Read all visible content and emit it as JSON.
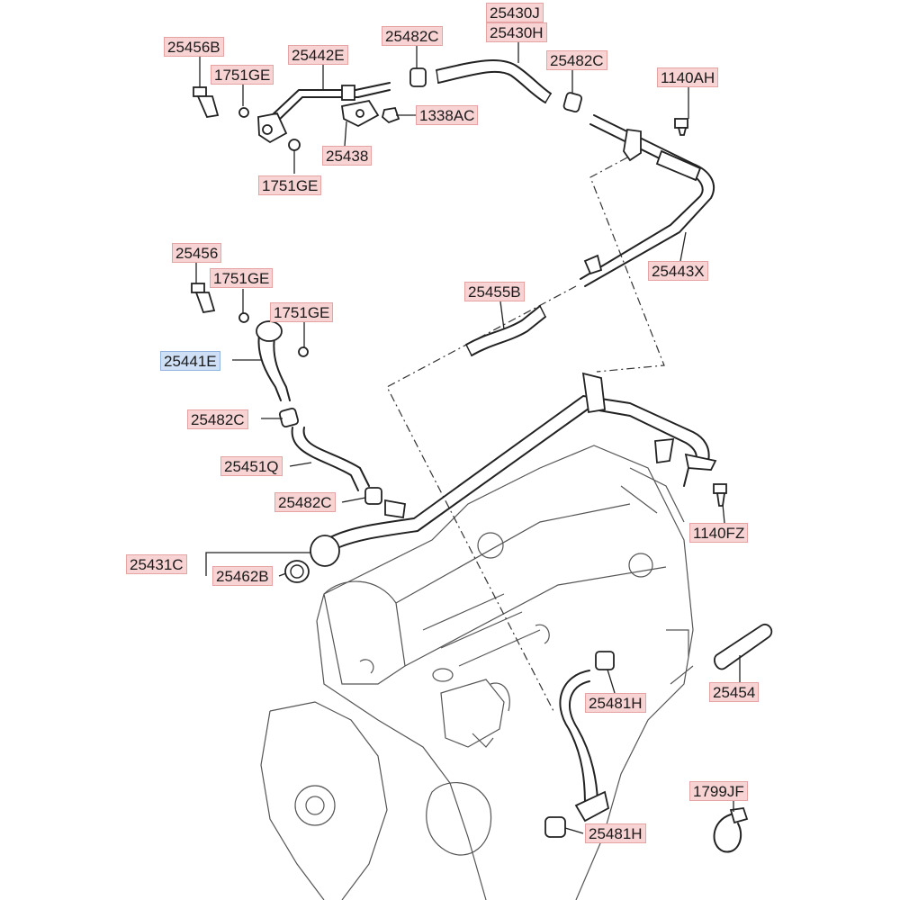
{
  "labels": {
    "p25456B": "25456B",
    "p1751GE_a": "1751GE",
    "p25442E": "25442E",
    "p25482C_a": "25482C",
    "p25430J": "25430J",
    "p25430H": "25430H",
    "p25482C_b": "25482C",
    "p1140AH": "1140AH",
    "p25438": "25438",
    "p1338AC": "1338AC",
    "p1751GE_b": "1751GE",
    "p25443X": "25443X",
    "p25456": "25456",
    "p1751GE_c": "1751GE",
    "p1751GE_d": "1751GE",
    "p25455B": "25455B",
    "p25441E": "25441E",
    "p25482C_c": "25482C",
    "p25451Q": "25451Q",
    "p25482C_d": "25482C",
    "p1140FZ": "1140FZ",
    "p25431C": "25431C",
    "p25462B": "25462B",
    "p25454": "25454",
    "p25481H_a": "25481H",
    "p1799JF": "1799JF",
    "p25481H_b": "25481H"
  },
  "colors": {
    "label_fill": "#f7d3d3",
    "label_border": "#e6a3a3",
    "highlight_fill": "#cfe0f6",
    "highlight_border": "#92b3de",
    "line": "#222222"
  }
}
